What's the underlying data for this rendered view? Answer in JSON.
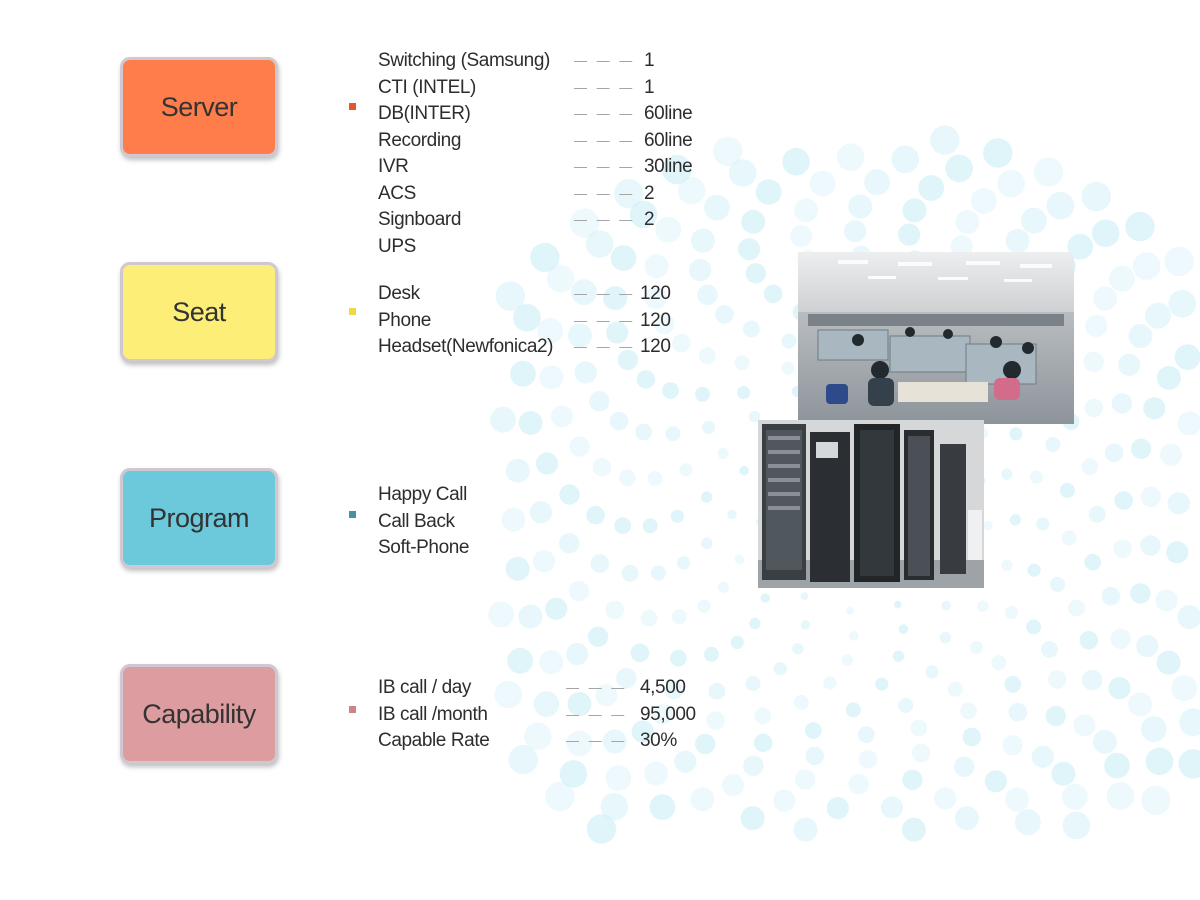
{
  "colors": {
    "server": "#ff7d4a",
    "seat": "#fdee78",
    "program": "#6cc9dc",
    "capability": "#dd9c9f",
    "bullet_server": "#e8552a",
    "bullet_seat": "#ecd84a",
    "bullet_program": "#4a8fa6",
    "bullet_capability": "#c98587",
    "dots": "#cfeff8"
  },
  "sections": {
    "server": {
      "title": "Server",
      "items": [
        {
          "label": "Switching (Samsung)",
          "value": "1"
        },
        {
          "label": "CTI (INTEL)",
          "value": "1"
        },
        {
          "label": "DB(INTER)",
          "value": "60line"
        },
        {
          "label": "Recording",
          "value": "60line"
        },
        {
          "label": "IVR",
          "value": "30line"
        },
        {
          "label": "ACS",
          "value": "2"
        },
        {
          "label": "Signboard",
          "value": "2"
        },
        {
          "label": "UPS",
          "value": ""
        }
      ]
    },
    "seat": {
      "title": "Seat",
      "items": [
        {
          "label": "Desk",
          "value": "120"
        },
        {
          "label": "Phone",
          "value": "120"
        },
        {
          "label": "Headset(Newfonica2)",
          "value": "120"
        }
      ]
    },
    "program": {
      "title": "Program",
      "items": [
        {
          "label": "Happy Call"
        },
        {
          "label": "Call Back"
        },
        {
          "label": "Soft-Phone"
        }
      ]
    },
    "capability": {
      "title": "Capability",
      "items": [
        {
          "label": "IB call / day",
          "value": "4,500"
        },
        {
          "label": "IB call /month",
          "value": "95,000"
        },
        {
          "label": "Capable Rate",
          "value": "30%"
        }
      ]
    }
  },
  "images": {
    "office": "call-center-office-photo",
    "server_room": "server-room-photo"
  }
}
